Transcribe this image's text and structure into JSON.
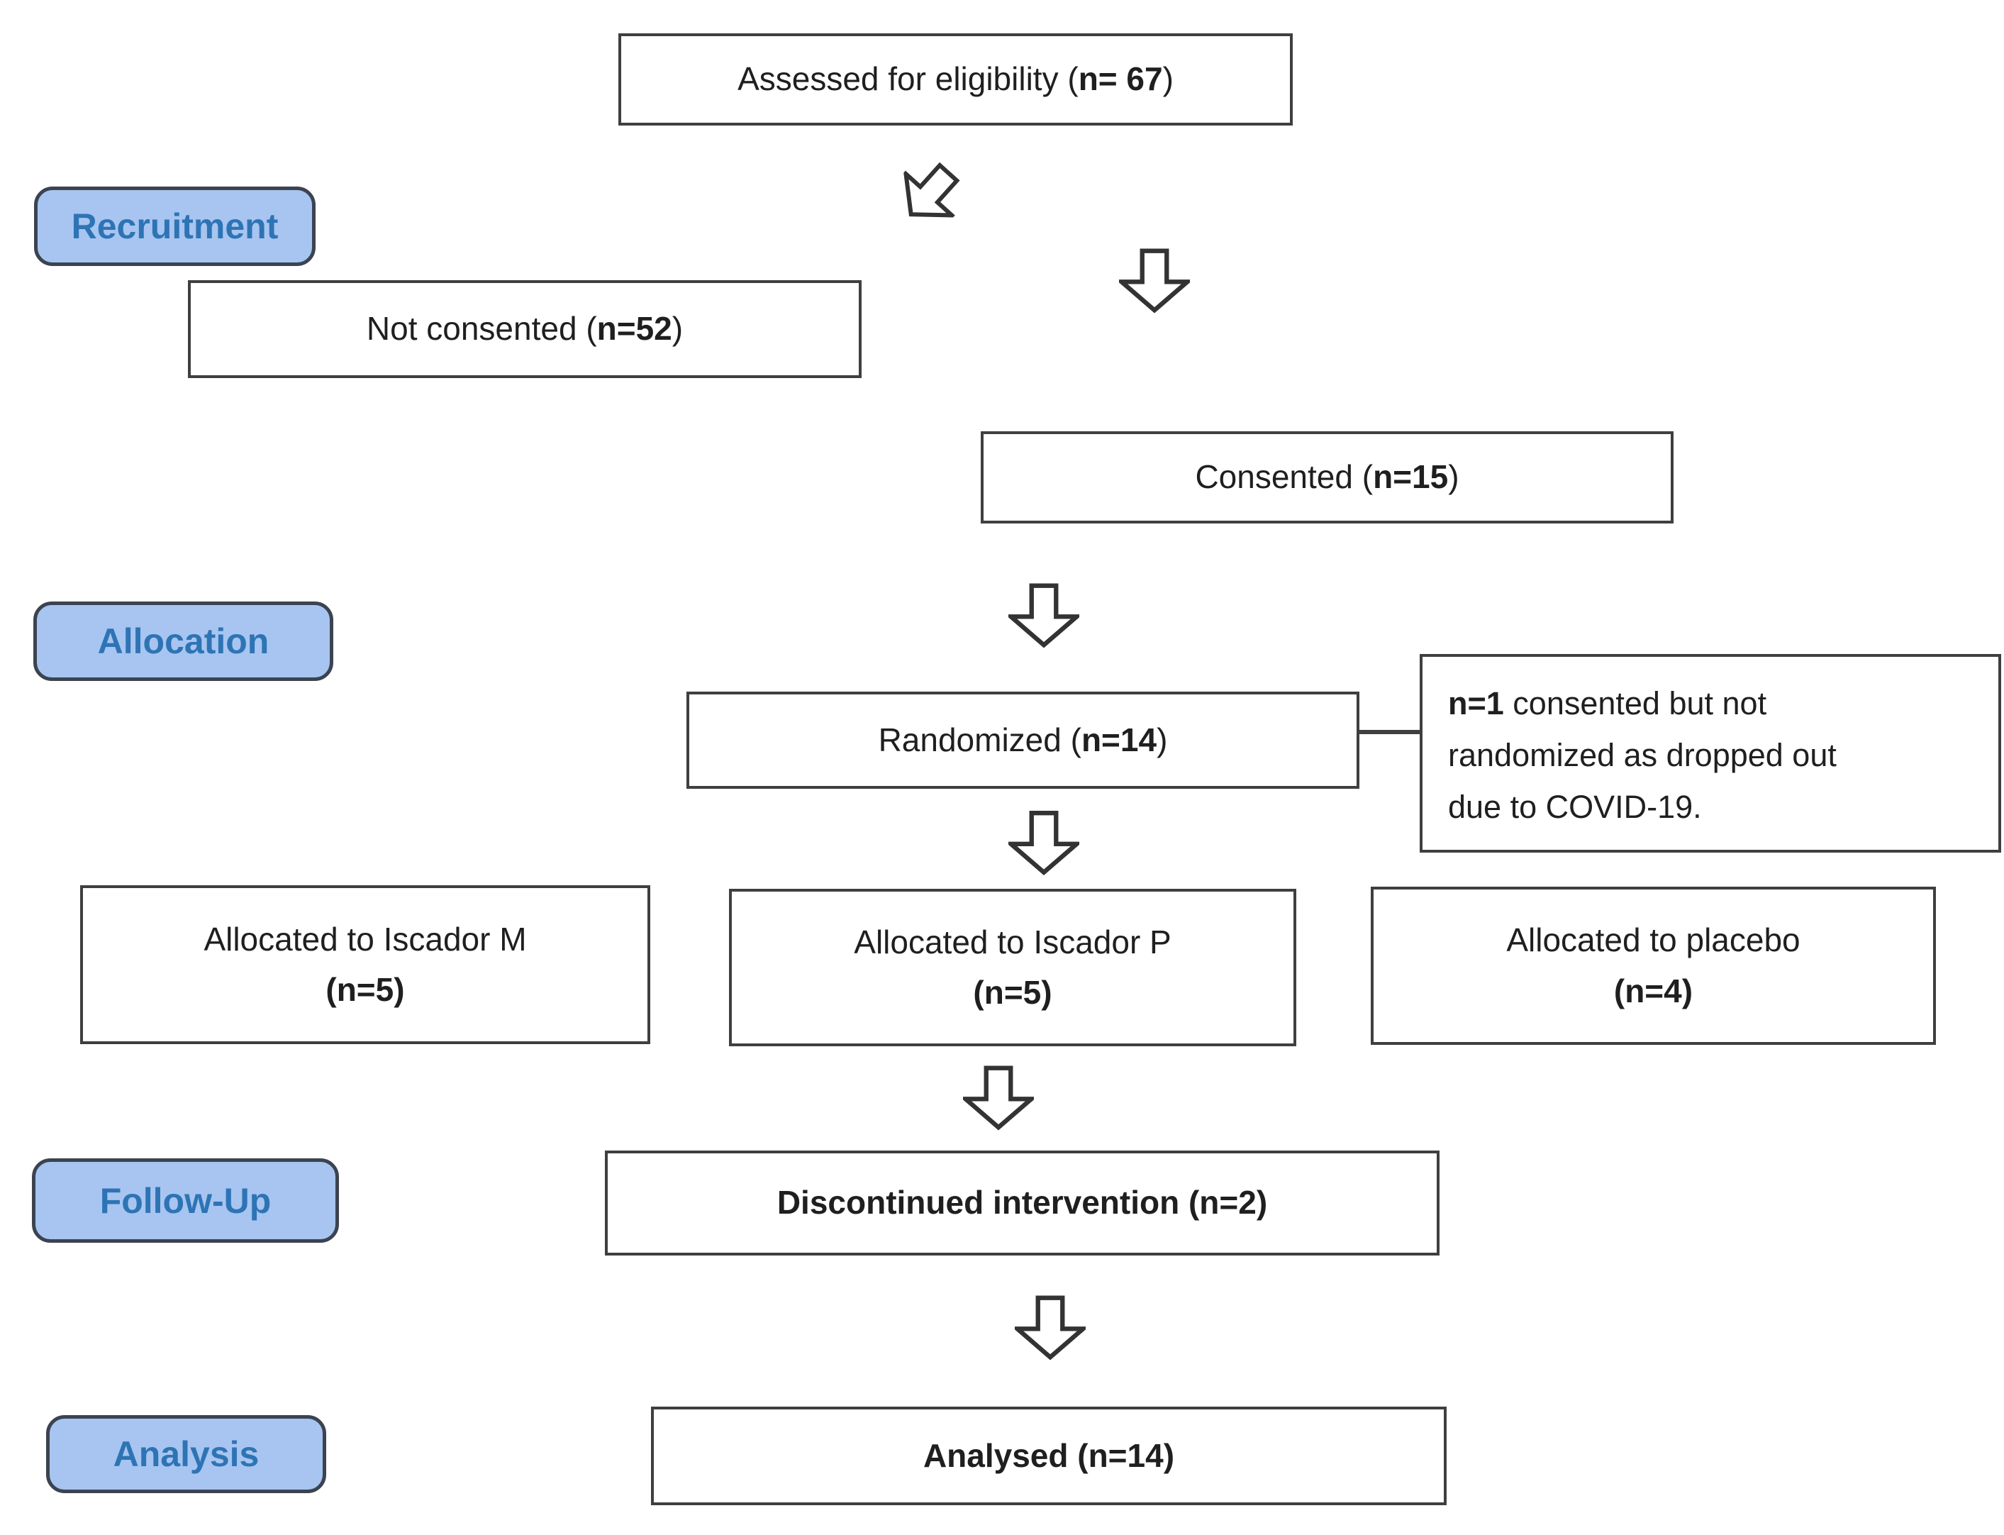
{
  "labels": {
    "recruitment": "Recruitment",
    "allocation": "Allocation",
    "followup": "Follow-Up",
    "analysis": "Analysis"
  },
  "boxes": {
    "assessed": {
      "prefix": "Assessed for eligibility (",
      "n": "n= 67",
      "suffix": ")"
    },
    "not_consented": {
      "prefix": "Not consented (",
      "n": "n=52",
      "suffix": ")"
    },
    "consented": {
      "prefix": "Consented (",
      "n": "n=15",
      "suffix": ")"
    },
    "randomized": {
      "prefix": "Randomized (",
      "n": "n=14",
      "suffix": ")"
    },
    "alloc_m": {
      "line1": "Allocated to Iscador M",
      "line2": "(n=5)"
    },
    "alloc_p": {
      "line1": "Allocated to Iscador P",
      "line2": "(n=5)"
    },
    "alloc_placebo": {
      "line1": "Allocated to placebo",
      "line2": "(n=4)"
    },
    "discontinued": {
      "prefix": "Discontinued intervention (",
      "n": "n=2",
      "suffix": ")"
    },
    "analysed": {
      "prefix": "Analysed (",
      "n": "n=14",
      "suffix": ")"
    }
  },
  "note": {
    "line1_bold": "n=1",
    "line1_rest": " consented but not",
    "line2": "randomized as dropped out",
    "line3": "due to COVID-19."
  },
  "colors": {
    "stage_fill": "#a7c5f0",
    "stage_text": "#2e74b5",
    "stage_border": "#3c4350",
    "box_border": "#3f3f3f",
    "box_text": "#1f1f1f",
    "arrow_outline": "#333333",
    "background": "#ffffff"
  }
}
